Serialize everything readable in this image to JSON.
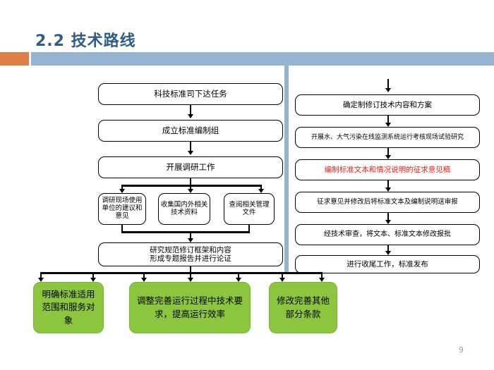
{
  "slide": {
    "title": "2.2  技术路线",
    "page_number": "9",
    "accent_orange": "#DD7F46",
    "accent_blue": "#94B4D1",
    "title_color": "#2E5C86",
    "green": "#8CC63E",
    "red": "#EE1C17"
  },
  "left_flow": {
    "steps": [
      {
        "label": "科技标准司下达任务"
      },
      {
        "label": "成立标准编制组"
      },
      {
        "label": "开展调研工作"
      }
    ],
    "branch": [
      {
        "label": "调研现场使用单位的建议和意见"
      },
      {
        "label": "收集国内外相关技术资料"
      },
      {
        "label": "查阅相关管理文件"
      }
    ],
    "merge": {
      "line1": "研究规范修订框架和内容",
      "line2": "形成专题报告并进行论证"
    }
  },
  "right_flow": {
    "steps": [
      {
        "label": "确定制修订技术内容和方案",
        "red": false
      },
      {
        "label": "开展水、大气污染在线监测系统运行考核现场试验研究",
        "red": false
      },
      {
        "label": "编制标准文本和情况说明的征求意见稿",
        "red": true
      },
      {
        "label": "征求意见并修改后将标准文本及编制说明送审报",
        "red": false
      },
      {
        "label": "经技术审查，将文本、标准文本修改报批",
        "red": false
      },
      {
        "label": "进行收尾工作，标准发布",
        "red": false
      }
    ]
  },
  "outcomes": [
    {
      "label": "明确标准适用范围和服务对象"
    },
    {
      "label": "调整完善运行过程中技术要求，提高运行效率"
    },
    {
      "label": "修改完善其他部分条款"
    }
  ]
}
